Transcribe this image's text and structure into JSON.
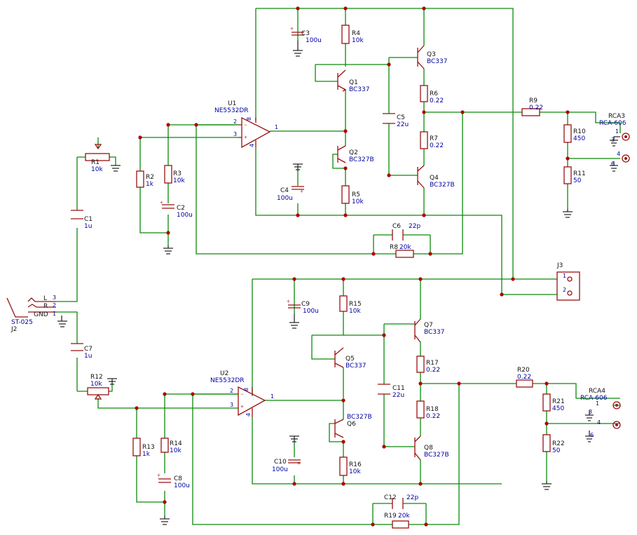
{
  "components": {
    "U1": {
      "ref": "U1",
      "value": "NE5532DR"
    },
    "U2": {
      "ref": "U2",
      "value": "NE5532DR"
    },
    "R1": {
      "ref": "R1",
      "value": "10k"
    },
    "R2": {
      "ref": "R2",
      "value": "1k"
    },
    "R3": {
      "ref": "R3",
      "value": "10k"
    },
    "R4": {
      "ref": "R4",
      "value": "10k"
    },
    "R5": {
      "ref": "R5",
      "value": "10k"
    },
    "R6": {
      "ref": "R6",
      "value": "0.22"
    },
    "R7": {
      "ref": "R7",
      "value": "0.22"
    },
    "R8": {
      "ref": "R8",
      "value": "20k"
    },
    "R9": {
      "ref": "R9",
      "value": "0.22"
    },
    "R10": {
      "ref": "R10",
      "value": "450"
    },
    "R11": {
      "ref": "R11",
      "value": "50"
    },
    "R12": {
      "ref": "R12",
      "value": "10k"
    },
    "R13": {
      "ref": "R13",
      "value": "1k"
    },
    "R14": {
      "ref": "R14",
      "value": "10k"
    },
    "R15": {
      "ref": "R15",
      "value": "10k"
    },
    "R16": {
      "ref": "R16",
      "value": "10k"
    },
    "R17": {
      "ref": "R17",
      "value": "0.22"
    },
    "R18": {
      "ref": "R18",
      "value": "0.22"
    },
    "R19": {
      "ref": "R19",
      "value": "20k"
    },
    "R20": {
      "ref": "R20",
      "value": "0.22"
    },
    "R21": {
      "ref": "R21",
      "value": "450"
    },
    "R22": {
      "ref": "R22",
      "value": "50"
    },
    "C1": {
      "ref": "C1",
      "value": "1u"
    },
    "C2": {
      "ref": "C2",
      "value": "100u"
    },
    "C3": {
      "ref": "C3",
      "value": "100u"
    },
    "C4": {
      "ref": "C4",
      "value": "100u"
    },
    "C5": {
      "ref": "C5",
      "value": "22u"
    },
    "C6": {
      "ref": "C6",
      "value": "22p"
    },
    "C7": {
      "ref": "C7",
      "value": "1u"
    },
    "C8": {
      "ref": "C8",
      "value": "100u"
    },
    "C9": {
      "ref": "C9",
      "value": "100u"
    },
    "C10": {
      "ref": "C10",
      "value": "100u"
    },
    "C11": {
      "ref": "C11",
      "value": "22u"
    },
    "C12": {
      "ref": "C12",
      "value": "22p"
    },
    "Q1": {
      "ref": "Q1",
      "value": "BC337"
    },
    "Q2": {
      "ref": "Q2",
      "value": "BC327B"
    },
    "Q3": {
      "ref": "Q3",
      "value": "BC337"
    },
    "Q4": {
      "ref": "Q4",
      "value": "BC327B"
    },
    "Q5": {
      "ref": "Q5",
      "value": "BC337"
    },
    "Q6": {
      "ref": "Q6",
      "value": "BC327B"
    },
    "Q7": {
      "ref": "Q7",
      "value": "BC337"
    },
    "Q8": {
      "ref": "Q8",
      "value": "BC327B"
    },
    "J2": {
      "ref": "J2",
      "value": "ST-025"
    },
    "J3": {
      "ref": "J3"
    },
    "RCA3": {
      "ref": "RCA3",
      "value": "RCA-606"
    },
    "RCA4": {
      "ref": "RCA4",
      "value": "RCA-606"
    }
  },
  "pins": {
    "opamp": [
      "2",
      "3",
      "1",
      "8",
      "4"
    ],
    "jack": [
      "L",
      "R",
      "GND",
      "3",
      "2",
      "1"
    ],
    "header": [
      "1",
      "2"
    ],
    "rca": [
      "1",
      "3",
      "4",
      "6"
    ]
  },
  "colors": {
    "wire": "#0a8a0a",
    "component": "#9a1010",
    "junction": "#b00000",
    "value_text": "#0000a0"
  }
}
